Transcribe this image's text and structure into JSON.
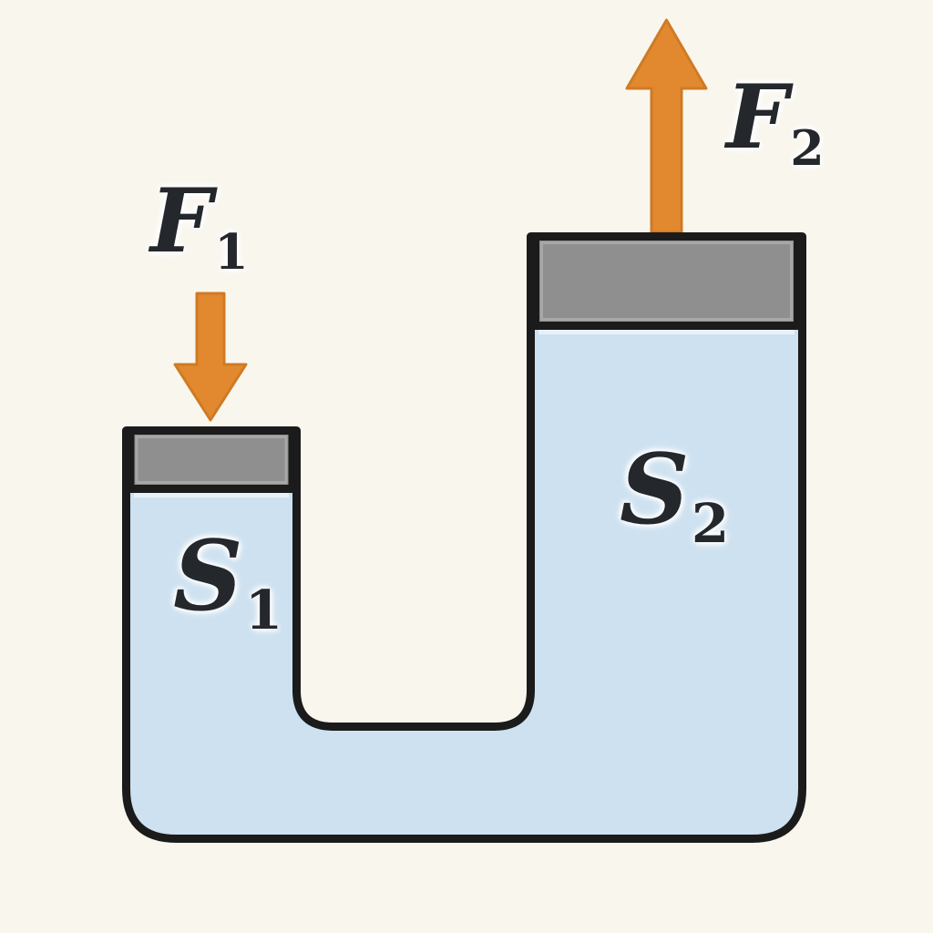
{
  "figure": {
    "type": "physics-diagram",
    "subject": "Hydraulic press / communicating vessels with two pistons (Pascal's principle)",
    "labels": {
      "f1": {
        "base": "F",
        "sub": "1"
      },
      "f2": {
        "base": "F",
        "sub": "2"
      },
      "s1": {
        "base": "S",
        "sub": "1"
      },
      "s2": {
        "base": "S",
        "sub": "2"
      }
    },
    "icons": {
      "arrow_down": "downward force arrow on small piston",
      "arrow_up": "upward force arrow on large piston"
    },
    "colors": {
      "background": "#f9f6ee",
      "liquid": "#cde1f0",
      "outline": "#1b1b1b",
      "piston": "#8f8f8f",
      "arrow_fill": "#e2892f",
      "arrow_stroke": "#cf7a24",
      "label_text": "#24272b"
    }
  }
}
